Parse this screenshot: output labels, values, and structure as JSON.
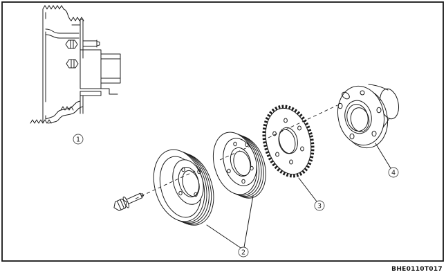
{
  "figure": {
    "code": "BHE0110T017"
  },
  "callouts": {
    "c1": "1",
    "c2": "2",
    "c3": "3",
    "c4": "4"
  },
  "colors": {
    "line": "#1c1c1c",
    "callout_ring": "#4a4a4a",
    "frame": "#151515",
    "background": "#ffffff"
  }
}
